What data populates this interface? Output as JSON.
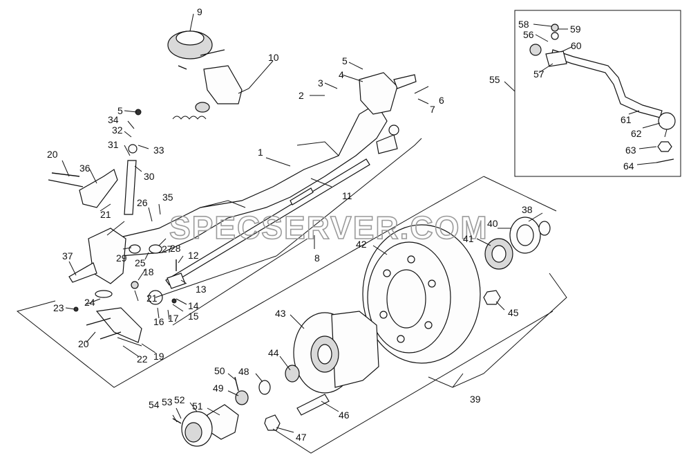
{
  "watermark": "SPECSERVER.COM",
  "callouts": {
    "c1": "1",
    "c2": "2",
    "c3": "3",
    "c4": "4",
    "c5a": "5",
    "c5b": "5",
    "c6": "6",
    "c7": "7",
    "c8": "8",
    "c9": "9",
    "c10": "10",
    "c11": "11",
    "c12": "12",
    "c13": "13",
    "c14": "14",
    "c15": "15",
    "c16": "16",
    "c17": "17",
    "c18": "18",
    "c19": "19",
    "c20a": "20",
    "c20b": "20",
    "c21a": "21",
    "c21b": "21",
    "c22": "22",
    "c23": "23",
    "c24": "24",
    "c25": "25",
    "c26": "26",
    "c27": "27",
    "c28": "28",
    "c29": "29",
    "c30": "30",
    "c31": "31",
    "c32": "32",
    "c33": "33",
    "c34": "34",
    "c35": "35",
    "c36": "36",
    "c37": "37",
    "c38": "38",
    "c39": "39",
    "c40": "40",
    "c41": "41",
    "c42": "42",
    "c43": "43",
    "c44": "44",
    "c45": "45",
    "c46": "46",
    "c47": "47",
    "c48": "48",
    "c49": "49",
    "c50": "50",
    "c51": "51",
    "c52": "52",
    "c53": "53",
    "c54": "54",
    "c55": "55",
    "c56": "56",
    "c57": "57",
    "c58": "58",
    "c59": "59",
    "c60": "60",
    "c61": "61",
    "c62": "62",
    "c63": "63",
    "c64": "64"
  }
}
